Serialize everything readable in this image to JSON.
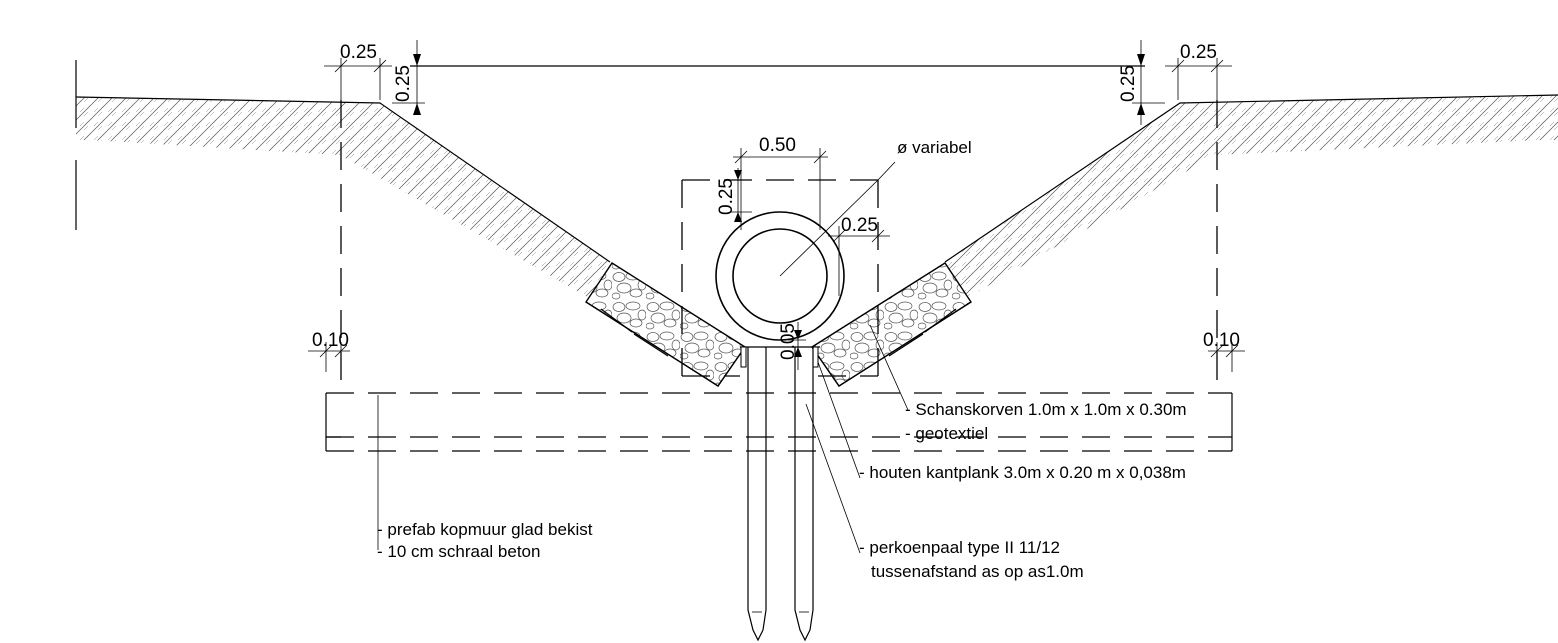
{
  "dimensions": {
    "top_left_offset": "0.25",
    "top_left_depth": "0.25",
    "top_right_offset": "0.25",
    "top_right_depth": "0.25",
    "pipe_box_width": "0.50",
    "pipe_box_top": "0.25",
    "pipe_box_side": "0.25",
    "pipe_base": "0.05",
    "left_foundation": "0.10",
    "right_foundation": "0.10"
  },
  "labels": {
    "pipe_diameter": "ø variabel",
    "schanskorven": "- Schanskorven 1.0m x 1.0m x 0.30m",
    "geotextiel": "- geotextiel",
    "kantplank": "- houten kantplank  3.0m x 0.20 m x 0,038m",
    "kopmuur": "- prefab kopmuur glad bekist",
    "schraal_beton": "- 10 cm schraal beton",
    "perkoenpaal": "- perkoenpaal type II 11/12",
    "tussenafstand": "tussenafstand  as op as1.0m"
  }
}
